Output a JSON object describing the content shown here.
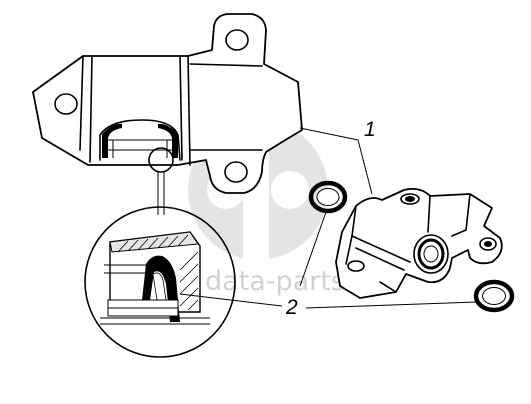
{
  "callouts": {
    "one": "1",
    "two": "2"
  },
  "watermark": {
    "text": "data-parts",
    "color": "#d2d2d2"
  },
  "icons": {
    "watermark_logo": "dp-monogram-logo",
    "oil_seal": "oil-seal-ring"
  }
}
